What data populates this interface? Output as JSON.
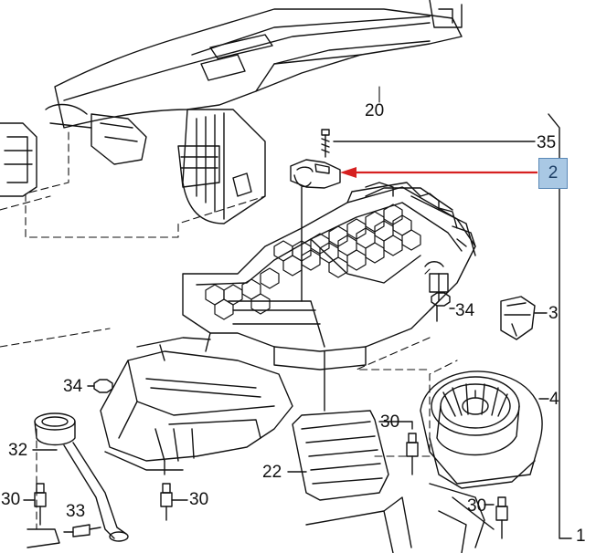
{
  "diagram": {
    "callouts": [
      {
        "id": "c35",
        "text": "35"
      },
      {
        "id": "c2",
        "text": "2"
      },
      {
        "id": "c20",
        "text": "20"
      },
      {
        "id": "c34r",
        "text": "34"
      },
      {
        "id": "c3",
        "text": "3"
      },
      {
        "id": "c4",
        "text": "4"
      },
      {
        "id": "c34l",
        "text": "34"
      },
      {
        "id": "c32",
        "text": "32"
      },
      {
        "id": "c22",
        "text": "22"
      },
      {
        "id": "c30a",
        "text": "30"
      },
      {
        "id": "c30b",
        "text": "30"
      },
      {
        "id": "c30c",
        "text": "30"
      },
      {
        "id": "c30d",
        "text": "30"
      },
      {
        "id": "c33",
        "text": "33"
      },
      {
        "id": "c1",
        "text": "1"
      }
    ],
    "highlight_color": "#a9c8e4",
    "arrow_color": "#d62020"
  }
}
